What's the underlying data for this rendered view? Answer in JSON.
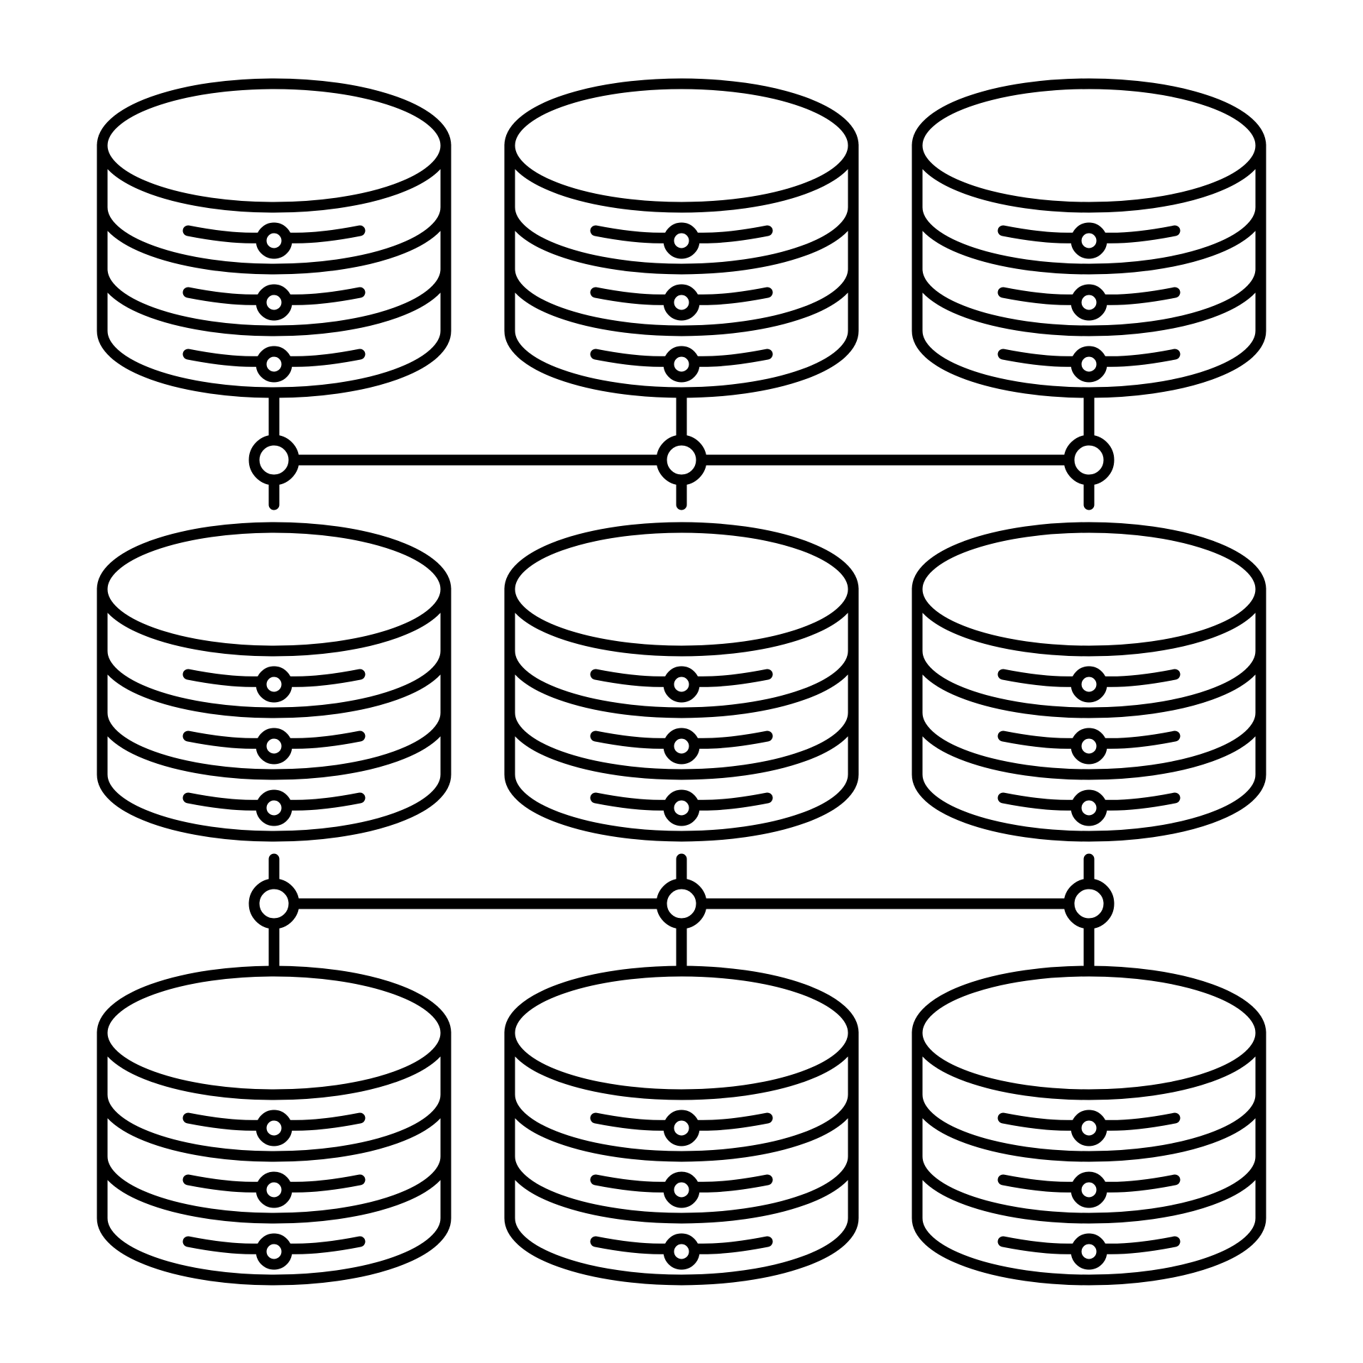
{
  "diagram": {
    "icon": "database-network-icon",
    "stroke_color": "#000000",
    "background_color": "#ffffff",
    "grid": {
      "rows": 3,
      "columns": 3
    },
    "platters_per_database": 3,
    "hubs": {
      "rows": 2,
      "columns": 3
    },
    "connections": [
      {
        "from": "row-1",
        "to": "hub-row-1"
      },
      {
        "from": "hub-row-1",
        "to": "row-2"
      },
      {
        "from": "row-2",
        "to": "hub-row-2"
      },
      {
        "from": "hub-row-2",
        "to": "row-3"
      }
    ]
  }
}
